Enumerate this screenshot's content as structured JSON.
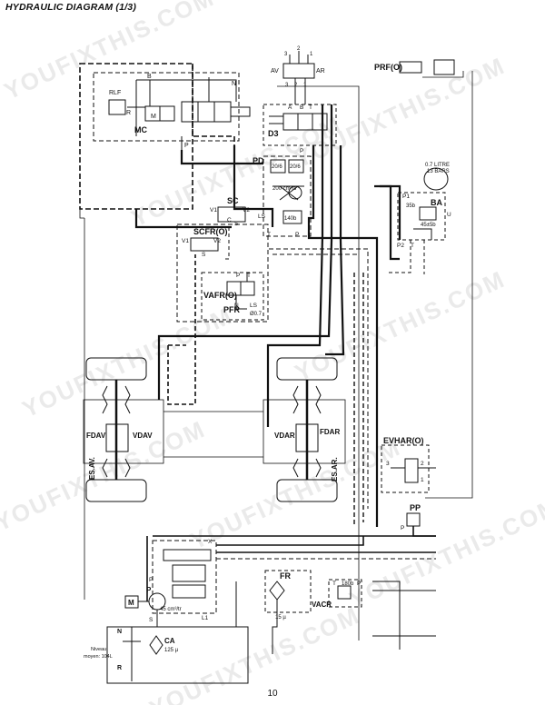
{
  "title": "HYDRAULIC DIAGRAM (1/3)",
  "page_number": "10",
  "watermark": "YOUFIXTHIS.COM",
  "components": {
    "mc": "MC",
    "rlf": "RLF",
    "d3": "D3",
    "pd": "PD",
    "sc": "SC",
    "scfr": "SCFR(O)",
    "vafr": "VAFR(O)",
    "pfr": "PFR",
    "prf": "PRF(O)",
    "ba": "BA",
    "fdav": "FDAV",
    "vdav": "VDAV",
    "vdar": "VDAR",
    "fdar": "FDAR",
    "es_av": "ES.AV.",
    "es_ar": "ES.AR.",
    "evhar": "EVHAR(O)",
    "pp": "PP",
    "fr": "FR",
    "vacr": "VACR",
    "motor": "M",
    "pump": "P",
    "ca": "CA"
  },
  "ports": {
    "b": "B",
    "n": "N",
    "r": "R",
    "m": "M",
    "p": "P",
    "a": "A",
    "t": "T",
    "v1": "V1",
    "v2": "V2",
    "c": "C",
    "s": "S",
    "ls": "LS",
    "ls2": "LS",
    "p1": "P1",
    "p2": "P2",
    "u": "U",
    "d3_1": "1",
    "d3_2": "2",
    "d3_3": "3",
    "x": "X",
    "l1": "L1",
    "evh3": "3",
    "evh2": "2",
    "evh1": "1"
  },
  "joystick": {
    "av": "AV",
    "ar": "AR",
    "n1": "1",
    "n2": "2",
    "n3": "3"
  },
  "values": {
    "pd_left": "20/6",
    "pd_right": "20/6",
    "pd_flow": "200 cm³/tr",
    "pd_pressure": "140b",
    "ba_volume": "0.7 LITRE",
    "ba_pressure": "13 BARS",
    "ba_setting": "35b",
    "ba_range": "45±5b",
    "pfr_orifice": "Ø0.7",
    "pump_flow": "45 cm³/tr",
    "vacr_pressure": "180b",
    "fr_filter": "15 µ",
    "ca_filter": "125 µ",
    "tank_level_1": "Niveau",
    "tank_level_2": "moyen: 104L"
  },
  "colors": {
    "line": "#111111",
    "watermark": "#d9d9d9",
    "background": "#ffffff"
  }
}
